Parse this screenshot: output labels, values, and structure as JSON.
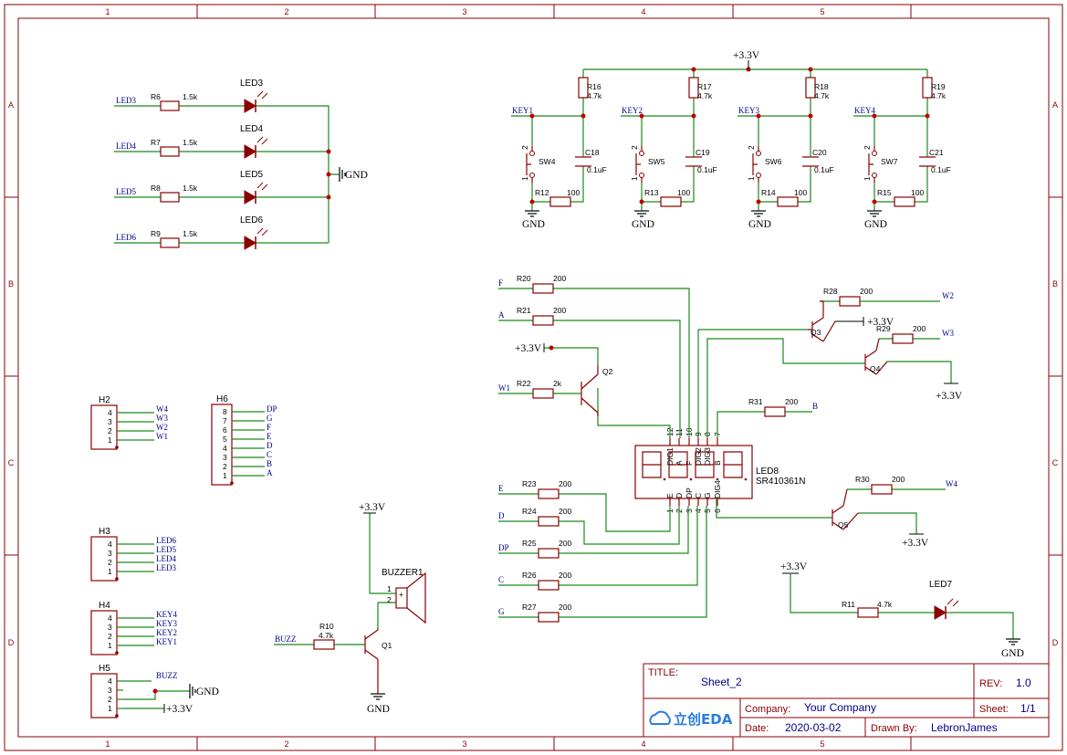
{
  "grid": {
    "columns": [
      "1",
      "2",
      "3",
      "4",
      "5"
    ],
    "rows": [
      "A",
      "B",
      "C",
      "D"
    ]
  },
  "leds": [
    {
      "net": "LED3",
      "res": "R6",
      "val": "1.5k",
      "led": "LED3"
    },
    {
      "net": "LED4",
      "res": "R7",
      "val": "1.5k",
      "led": "LED4"
    },
    {
      "net": "LED5",
      "res": "R8",
      "val": "1.5k",
      "led": "LED5"
    },
    {
      "net": "LED6",
      "res": "R9",
      "val": "1.5k",
      "led": "LED6"
    }
  ],
  "gnd": "GND",
  "vcc": "+3.3V",
  "keys": [
    {
      "net": "KEY1",
      "pull": "R16",
      "pullv": "4.7k",
      "sw": "SW4",
      "cap": "C18",
      "capv": "0.1uF",
      "res": "R12",
      "resv": "100"
    },
    {
      "net": "KEY2",
      "pull": "R17",
      "pullv": "4.7k",
      "sw": "SW5",
      "cap": "C19",
      "capv": "0.1uF",
      "res": "R13",
      "resv": "100"
    },
    {
      "net": "KEY3",
      "pull": "R18",
      "pullv": "4.7k",
      "sw": "SW6",
      "cap": "C20",
      "capv": "0.1uF",
      "res": "R14",
      "resv": "100"
    },
    {
      "net": "KEY4",
      "pull": "R19",
      "pullv": "4.7k",
      "sw": "SW7",
      "cap": "C21",
      "capv": "0.1uF",
      "res": "R15",
      "resv": "100"
    }
  ],
  "pin1": "1",
  "pin2": "2",
  "seg": {
    "left": [
      {
        "net": "F",
        "res": "R20",
        "val": "200"
      },
      {
        "net": "A",
        "res": "R21",
        "val": "200"
      }
    ],
    "w1": {
      "net": "W1",
      "res": "R22",
      "val": "2k"
    },
    "q2": "Q2",
    "q3": "Q3",
    "q4": "Q4",
    "q5": "Q5",
    "r28": {
      "res": "R28",
      "val": "200",
      "net": "W2"
    },
    "r29": {
      "res": "R29",
      "val": "200",
      "net": "W3"
    },
    "r30": {
      "res": "R30",
      "val": "200",
      "net": "W4"
    },
    "r31": {
      "res": "R31",
      "val": "200",
      "net": "B"
    },
    "bottom": [
      {
        "net": "E",
        "res": "R23",
        "val": "200"
      },
      {
        "net": "D",
        "res": "R24",
        "val": "200"
      },
      {
        "net": "DP",
        "res": "R25",
        "val": "200"
      },
      {
        "net": "C",
        "res": "R26",
        "val": "200"
      },
      {
        "net": "G",
        "res": "R27",
        "val": "200"
      }
    ],
    "name": "LED8",
    "part": "SR410361N",
    "toppins": [
      "12",
      "11",
      "10",
      "9",
      "8",
      "7"
    ],
    "botpins": [
      "1",
      "2",
      "3",
      "4",
      "5",
      "6"
    ],
    "toplabels": [
      "DIG1",
      "A",
      "F",
      "DIG2",
      "DIG3",
      "B"
    ],
    "botlabels": [
      "E",
      "D",
      "DP",
      "C",
      "G",
      "DIG4"
    ]
  },
  "headers": {
    "h2": {
      "name": "H2",
      "pins": [
        "4",
        "3",
        "2",
        "1"
      ],
      "nets": [
        "W4",
        "W3",
        "W2",
        "W1"
      ]
    },
    "h6": {
      "name": "H6",
      "pins": [
        "8",
        "7",
        "6",
        "5",
        "4",
        "3",
        "2",
        "1"
      ],
      "nets": [
        "DP",
        "G",
        "F",
        "E",
        "D",
        "C",
        "B",
        "A"
      ]
    },
    "h3": {
      "name": "H3",
      "pins": [
        "4",
        "3",
        "2",
        "1"
      ],
      "nets": [
        "LED6",
        "LED5",
        "LED4",
        "LED3"
      ]
    },
    "h4": {
      "name": "H4",
      "pins": [
        "4",
        "3",
        "2",
        "1"
      ],
      "nets": [
        "KEY4",
        "KEY3",
        "KEY2",
        "KEY1"
      ]
    },
    "h5": {
      "name": "H5",
      "pins": [
        "4",
        "3",
        "2",
        "1"
      ],
      "nets": [
        "BUZZ"
      ]
    }
  },
  "buzzer": {
    "name": "BUZZER1",
    "res": "R10",
    "val": "4.7k",
    "net": "BUZZ",
    "q": "Q1",
    "plus": "+"
  },
  "led7": {
    "res": "R11",
    "val": "4.7k",
    "name": "LED7"
  },
  "titleblock": {
    "title_label": "TITLE:",
    "title": "Sheet_2",
    "rev_label": "REV:",
    "rev": "1.0",
    "company_label": "Company:",
    "company": "Your Company",
    "sheet_label": "Sheet:",
    "sheet": "1/1",
    "date_label": "Date:",
    "date": "2020-03-02",
    "drawn_label": "Drawn By:",
    "drawn": "LebronJames",
    "logo": "立创EDA"
  }
}
